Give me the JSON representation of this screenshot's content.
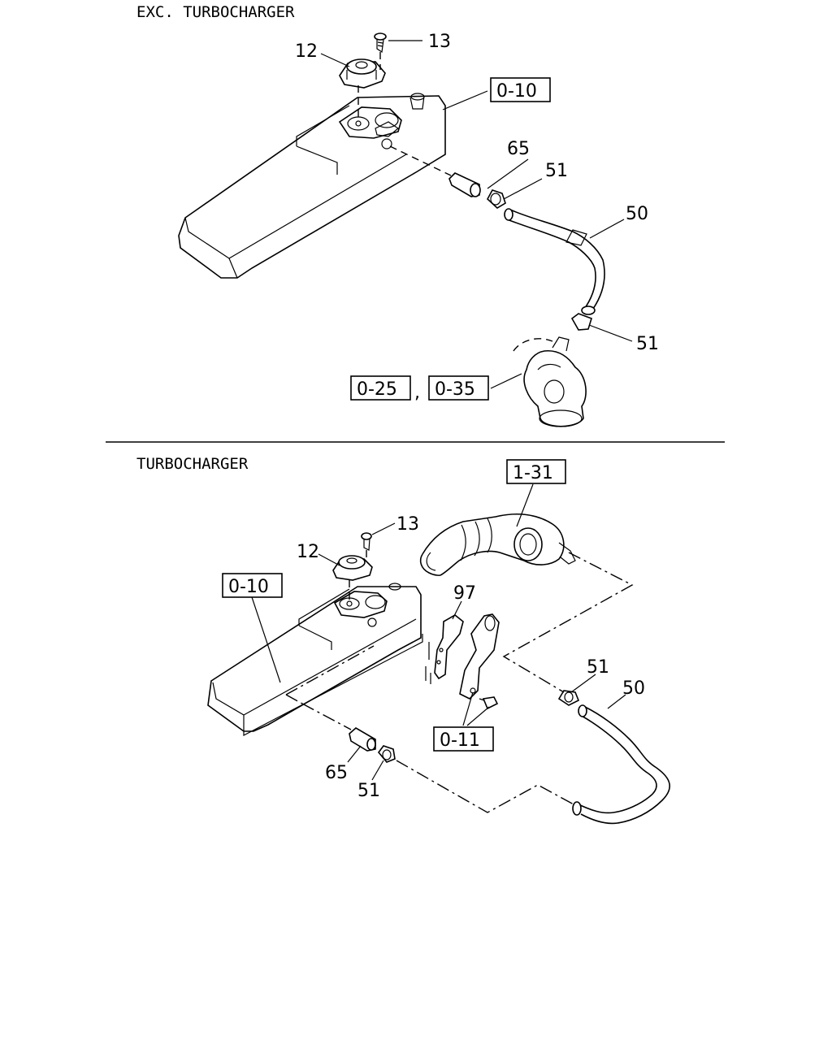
{
  "sections": [
    {
      "title": "EXC. TURBOCHARGER",
      "parts": {
        "p12": "12",
        "p13": "13",
        "p65": "65",
        "p51a": "51",
        "p50": "50",
        "p51b": "51"
      },
      "refs": {
        "r010": "0-10",
        "r025": "0-25",
        "comma": ",",
        "r035": "0-35"
      }
    },
    {
      "title": "TURBOCHARGER",
      "parts": {
        "p13": "13",
        "p12": "12",
        "p97": "97",
        "p51a": "51",
        "p50": "50",
        "p65": "65",
        "p51b": "51"
      },
      "refs": {
        "r131": "1-31",
        "r010": "0-10",
        "r011": "0-11"
      }
    }
  ]
}
